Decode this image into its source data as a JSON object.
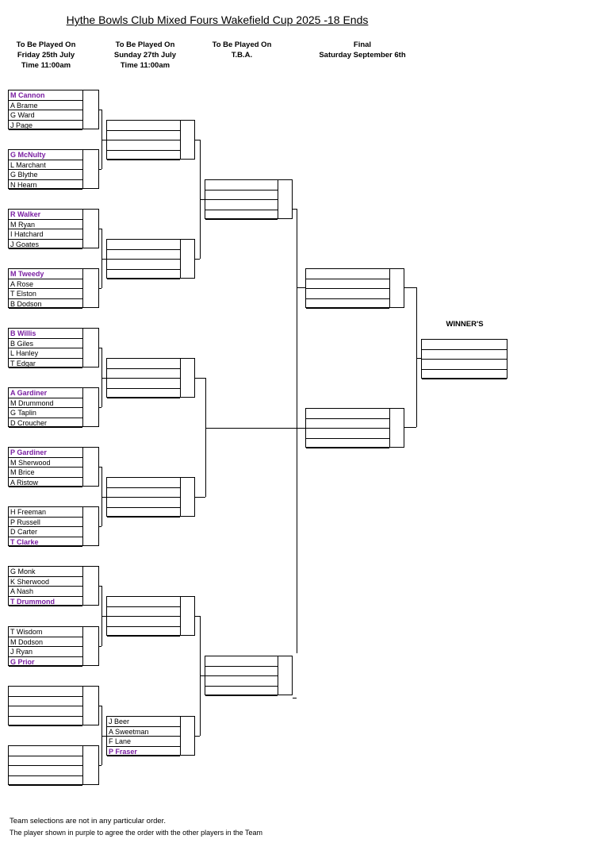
{
  "title": "Hythe Bowls Club Mixed Fours Wakefield Cup 2025 -18 Ends",
  "rounds": [
    {
      "line1": "To Be Played On",
      "line2": "Friday 25th July",
      "line3": "Time 11:00am"
    },
    {
      "line1": "To Be Played On",
      "line2": "Sunday 27th July",
      "line3": "Time 11:00am"
    },
    {
      "line1": "To Be Played On",
      "line2": "T.B.A.",
      "line3": ""
    },
    {
      "line1": "Final",
      "line2": "Saturday September 6th",
      "line3": ""
    }
  ],
  "teams": [
    {
      "players": [
        "M Cannon",
        "A Brame",
        "G Ward",
        "J Page"
      ],
      "purple": 0
    },
    {
      "players": [
        "G McNulty",
        "L Marchant",
        "G Blythe",
        "N Hearn"
      ],
      "purple": 0
    },
    {
      "players": [
        "R Walker",
        "M Ryan",
        "I Hatchard",
        "J Goates"
      ],
      "purple": 0
    },
    {
      "players": [
        "M Tweedy",
        "A Rose",
        "T Elston",
        "B Dodson"
      ],
      "purple": 0
    },
    {
      "players": [
        "B Willis",
        "B Giles",
        "L Hanley",
        "T Edgar"
      ],
      "purple": 0
    },
    {
      "players": [
        "A Gardiner",
        "M Drummond",
        "G Taplin",
        "D Croucher"
      ],
      "purple": 0
    },
    {
      "players": [
        "P Gardiner",
        "M Sherwood",
        "M Brice",
        "A Ristow"
      ],
      "purple": 0
    },
    {
      "players": [
        "H Freeman",
        "P Russell",
        "D Carter",
        "T Clarke"
      ],
      "purple": 3
    },
    {
      "players": [
        "G Monk",
        "K Sherwood",
        "A Nash",
        "T Drummond"
      ],
      "purple": 3
    },
    {
      "players": [
        "T Wisdom",
        "M Dodson",
        "J Ryan",
        "G Prior"
      ],
      "purple": 3
    },
    {
      "players": [
        "",
        "",
        "",
        ""
      ],
      "purple": -1
    },
    {
      "players": [
        "",
        "",
        "",
        ""
      ],
      "purple": -1
    }
  ],
  "round2_bye": {
    "players": [
      "J Beer",
      "A Sweetman",
      "F Lane",
      "P Fraser"
    ],
    "purple": 3
  },
  "winner_label": "WINNER'S",
  "footnote_1": "Team selections are not in any particular order.",
  "footnote_2": "The player shown in purple to agree the order with the other players in the Team"
}
